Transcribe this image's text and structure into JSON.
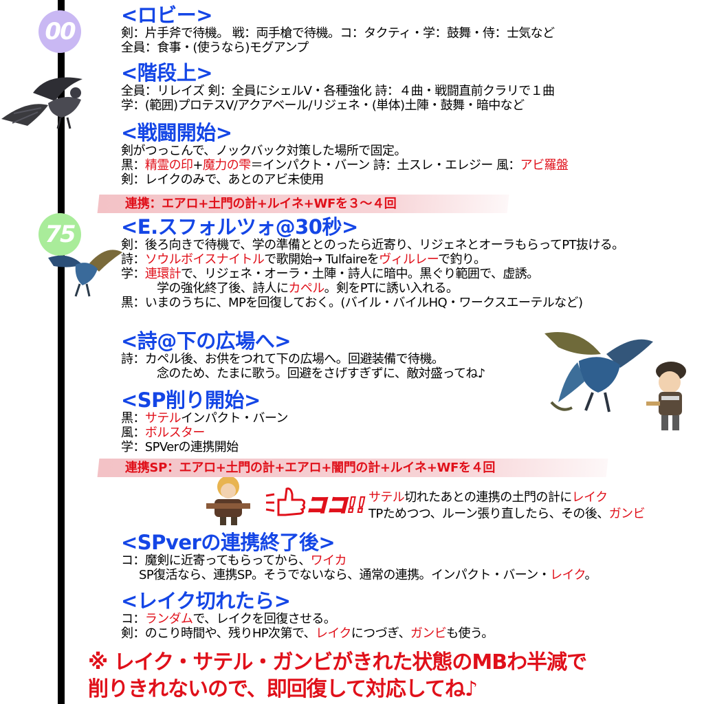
{
  "badges": {
    "b00": "00",
    "b75": "75"
  },
  "lobby": {
    "title": "<ロビー>",
    "l1": "剣：片手斧で待機。 戦：両手槍で待機。コ：タクティ・学：鼓舞・侍：士気など",
    "l2": "全員：食事・(使うなら)モグアンプ"
  },
  "stairs": {
    "title": "<階段上>",
    "l1": "全員：リレイズ 剣：全員にシェルV・各種強化 詩：４曲・戦闘直前クラリで１曲",
    "l2": "学：(範囲)プロテスV/アクアベール/リジェネ・(単体)土陣・鼓舞・暗中など"
  },
  "battle": {
    "title": "<戦闘開始>",
    "l1": "剣がつっこんで、ノックバック対策した場所で固定。",
    "l2a": "黒：",
    "l2b": "精霊の印",
    "l2c": "+",
    "l2d": "魔力の雫",
    "l2e": "＝インパクト・バーン 詩：土スレ・エレジー 風：",
    "l2f": "アビ羅盤",
    "l3": "剣：レイクのみで、あとのアビ未使用",
    "combo_label": "連携",
    "combo_text": "：エアロ+土門の計+ルイネ+WFを３～４回"
  },
  "espf": {
    "title": "<E.スフォルツォ@30秒>",
    "l1": "剣：後ろ向きで待機で、学の準備ととのったら近寄り、リジェネとオーラもらってPT抜ける。",
    "l2a": "詩：",
    "l2b": "ソウルボイスナイトル",
    "l2c": "で歌開始→ Tulfaireを",
    "l2d": "ヴィルレー",
    "l2e": "で釣り。",
    "l3a": "学：",
    "l3b": "連環計",
    "l3c": "で、リジェネ・オーラ・土陣・詩人に暗中。黒ぐり範囲で、虚誘。",
    "l4a": "学の強化終了後、詩人に",
    "l4b": "カペル",
    "l4c": "。剣をPTに誘い入れる。",
    "l5": "黒：いまのうちに、MPを回復しておく。(バイル・バイルHQ・ワークスエーテルなど)"
  },
  "plaza": {
    "title": "<詩@下の広場へ>",
    "l1": "詩：カペル後、お供をつれて下の広場へ。回避装備で待機。",
    "l2": "念のため、たまに歌う。回避をさげすぎずに、敵対盛ってね♪"
  },
  "sp": {
    "title": "<SP削り開始>",
    "l1a": "黒：",
    "l1b": "サテル",
    "l1c": "インパクト・バーン",
    "l2a": "風：",
    "l2b": "ボルスター",
    "l3": "学：SPVerの連携開始",
    "combo_label": "連携SP",
    "combo_text": "：エアロ+土門の計+エアロ+闇門の計+ルイネ+WFを４回"
  },
  "koko": {
    "text": "ココ!!",
    "n1a": "サテル",
    "n1b": "切れたあとの連携の土門の計に",
    "n1c": "レイク",
    "n2a": "TPためつつ、ルーン張り直したら、その後、",
    "n2b": "ガンビ"
  },
  "spend": {
    "title": "<SPverの連携終了後>",
    "l1a": "コ：魔剣に近寄ってもらってから、",
    "l1b": "ワイカ",
    "l2a": "SP復活なら、連携SP。そうでないなら、通常の連携。インパクト・バーン・",
    "l2b": "レイク",
    "l2c": "。"
  },
  "rake": {
    "title": "<レイク切れたら>",
    "l1a": "コ：",
    "l1b": "ランダム",
    "l1c": "で、レイクを回復させる。",
    "l2a": "剣：のこり時間や、残りHP次第で、",
    "l2b": "レイク",
    "l2c": "につづぎ、",
    "l2d": "ガンビ",
    "l2e": "も使う。"
  },
  "warning": {
    "l1": "※ レイク・サテル・ガンビがきれた状態のMBわ半減で",
    "l2": "削りきれないので、即回復して対応してね♪"
  },
  "colors": {
    "heading": "#1446e6",
    "emphasis": "#e0101a",
    "badge00": "#c9b8f3",
    "badge75": "#a9ec9a"
  }
}
